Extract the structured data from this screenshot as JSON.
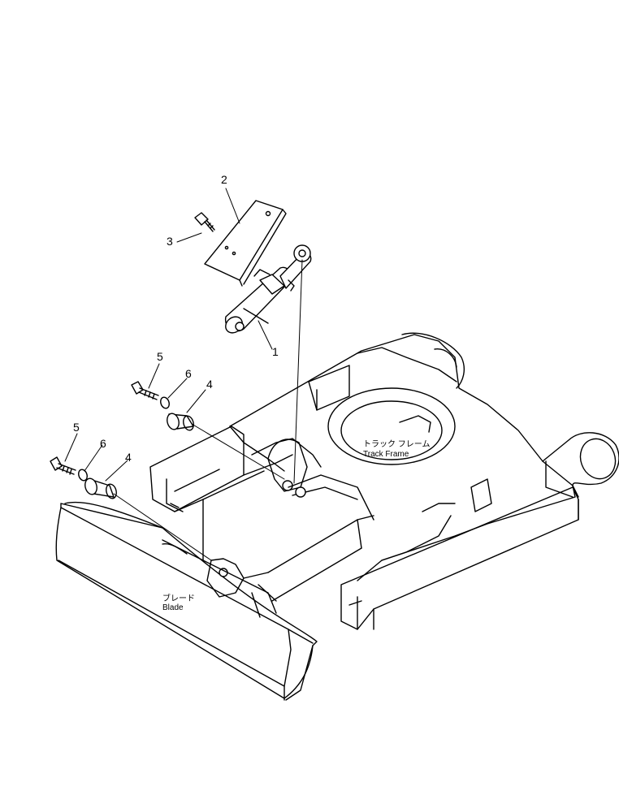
{
  "callouts": {
    "c1": "1",
    "c2": "2",
    "c3": "3",
    "c4a": "4",
    "c4b": "4",
    "c5a": "5",
    "c5b": "5",
    "c6a": "6",
    "c6b": "6"
  },
  "labels": {
    "track_frame_jp": "トラック フレーム",
    "track_frame_en": "Track Frame",
    "blade_jp": "ブレード",
    "blade_en": "Blade"
  }
}
